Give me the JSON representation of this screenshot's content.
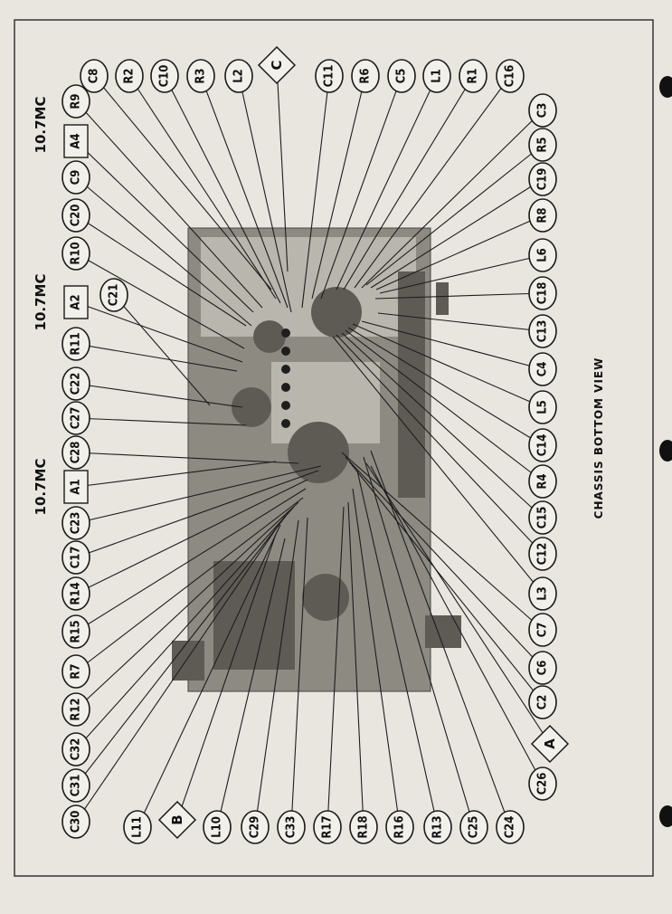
{
  "caption": "CHASSIS BOTTOM VIEW",
  "mc_label": "10.7MC",
  "top_row": [
    "C8",
    "R2",
    "C10",
    "R3",
    "L2",
    "C",
    "C11",
    "R6",
    "C5",
    "L1",
    "R1",
    "C16"
  ],
  "right_col": [
    "C3",
    "R5",
    "C19",
    "R8",
    "L6",
    "C18",
    "C13",
    "C4",
    "L5",
    "C14",
    "R4",
    "C15",
    "C12",
    "L3",
    "C7",
    "C6",
    "C2",
    "A",
    "C26"
  ],
  "left_col": [
    "R9",
    "A4",
    "C9",
    "C20",
    "R10",
    "A2",
    "R11",
    "C22",
    "C27",
    "C28",
    "A1",
    "C23",
    "C17",
    "R14",
    "R15",
    "R7",
    "R12",
    "C32",
    "C31",
    "C30"
  ],
  "bottom_row": [
    "L11",
    "B",
    "L10",
    "C29",
    "C33",
    "R17",
    "R18",
    "R16",
    "R13",
    "C25",
    "C24"
  ],
  "extra": [
    "C21"
  ]
}
